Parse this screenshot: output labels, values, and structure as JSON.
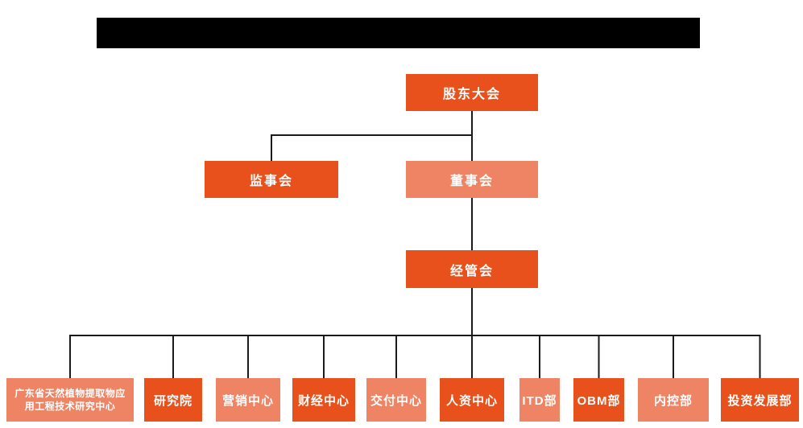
{
  "colors": {
    "primary": "#E8511C",
    "secondary": "#EE8464",
    "line": "#1A1A1A",
    "node_text": "#FFFFFF",
    "redaction": "#000000",
    "background": "#FFFFFF"
  },
  "org_chart": {
    "root": {
      "label": "股东大会",
      "variant": "primary"
    },
    "level2": [
      {
        "label": "监事会",
        "variant": "primary"
      },
      {
        "label": "董事会",
        "variant": "secondary"
      }
    ],
    "level3": [
      {
        "label": "经管会",
        "variant": "primary"
      }
    ],
    "departments": [
      {
        "label": "广东省天然植物提取物应用工程技术研究中心",
        "variant": "secondary"
      },
      {
        "label": "研究院",
        "variant": "primary"
      },
      {
        "label": "营销中心",
        "variant": "secondary"
      },
      {
        "label": "财经中心",
        "variant": "primary"
      },
      {
        "label": "交付中心",
        "variant": "secondary"
      },
      {
        "label": "人资中心",
        "variant": "primary"
      },
      {
        "label": "ITD部",
        "variant": "secondary"
      },
      {
        "label": "OBM部",
        "variant": "primary"
      },
      {
        "label": "内控部",
        "variant": "secondary"
      },
      {
        "label": "投资发展部",
        "variant": "primary"
      }
    ]
  }
}
